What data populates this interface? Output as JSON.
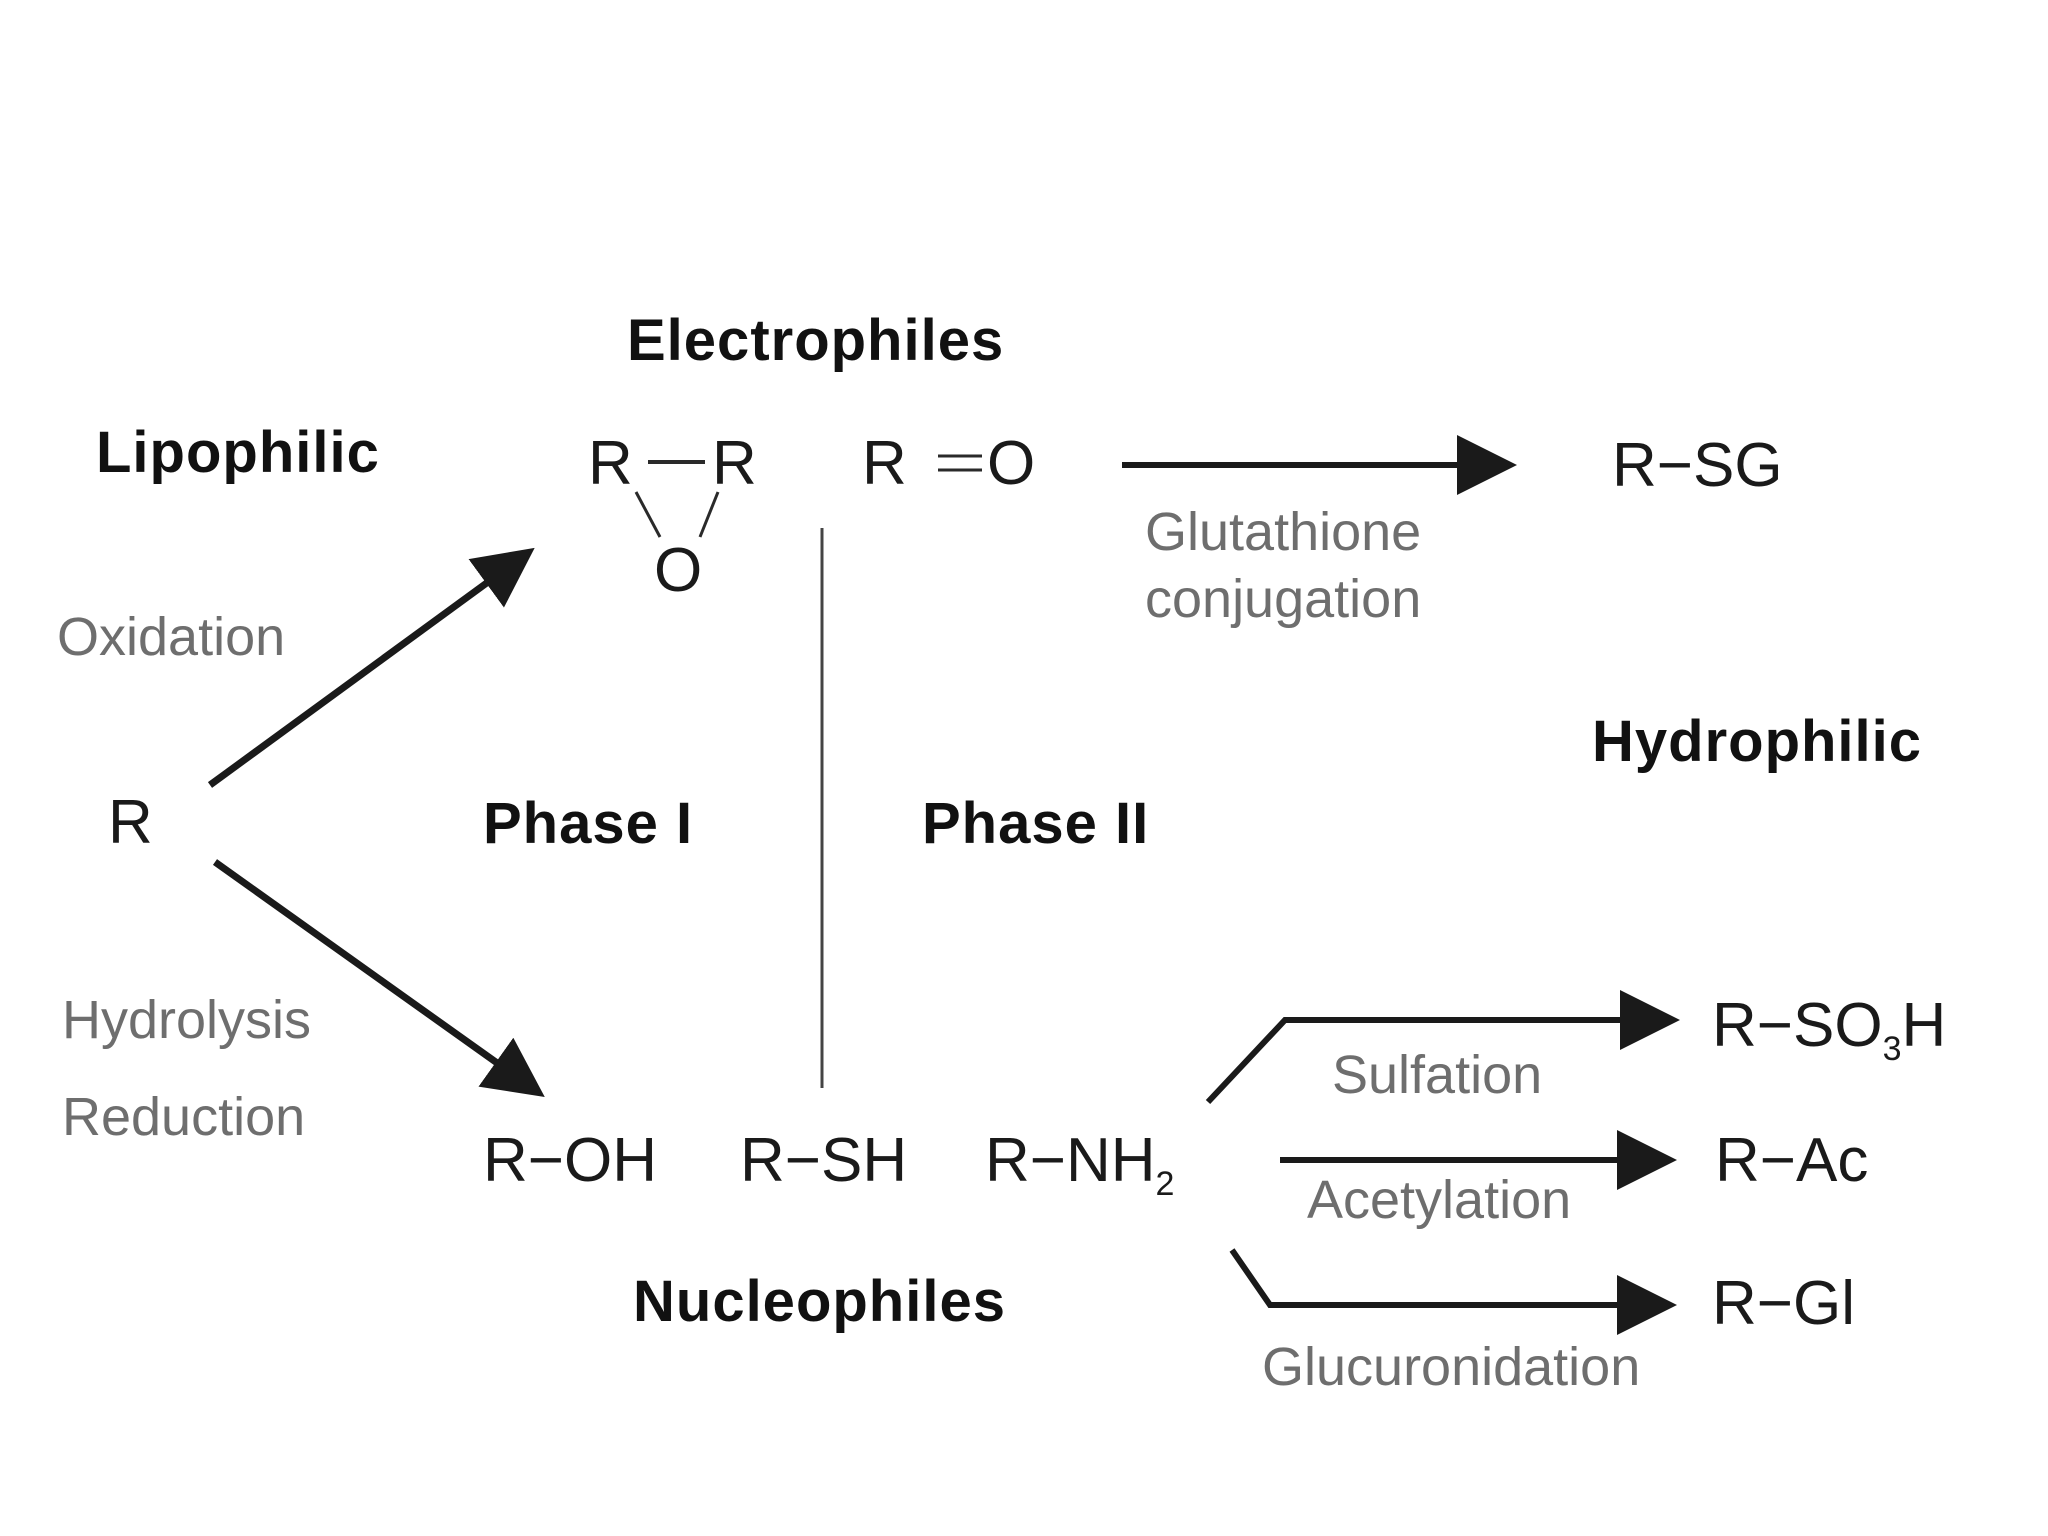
{
  "labels": {
    "lipophilic": "Lipophilic",
    "electrophiles": "Electrophiles",
    "hydrophilic": "Hydrophilic",
    "phase1": "Phase I",
    "phase2": "Phase II",
    "nucleophiles": "Nucleophiles"
  },
  "processes": {
    "oxidation": "Oxidation",
    "hydrolysis": "Hydrolysis",
    "reduction": "Reduction",
    "glutathione_line1": "Glutathione",
    "glutathione_line2": "conjugation",
    "sulfation": "Sulfation",
    "acetylation": "Acetylation",
    "glucuronidation": "Glucuronidation"
  },
  "structures": {
    "substrate": "R",
    "epoxide_left_r": "R",
    "epoxide_right_r": "R",
    "epoxide_o": "O",
    "carbonyl_r": "R",
    "carbonyl_o": "O",
    "r_sg": "R−SG",
    "r_oh": "R−OH",
    "r_sh": "R−SH",
    "r_nh": "R−NH",
    "r_nh_sub": "2",
    "r_so": "R−SO",
    "r_so_sub": "3",
    "r_so_tail": "H",
    "r_ac": "R−Ac",
    "r_gl": "R−Gl"
  },
  "icons": {
    "arrow": "arrow-icon",
    "divider": "phase-divider"
  },
  "colors": {
    "ink": "#111111",
    "process_text": "#6e6e6e",
    "line": "#1a1a1a"
  }
}
